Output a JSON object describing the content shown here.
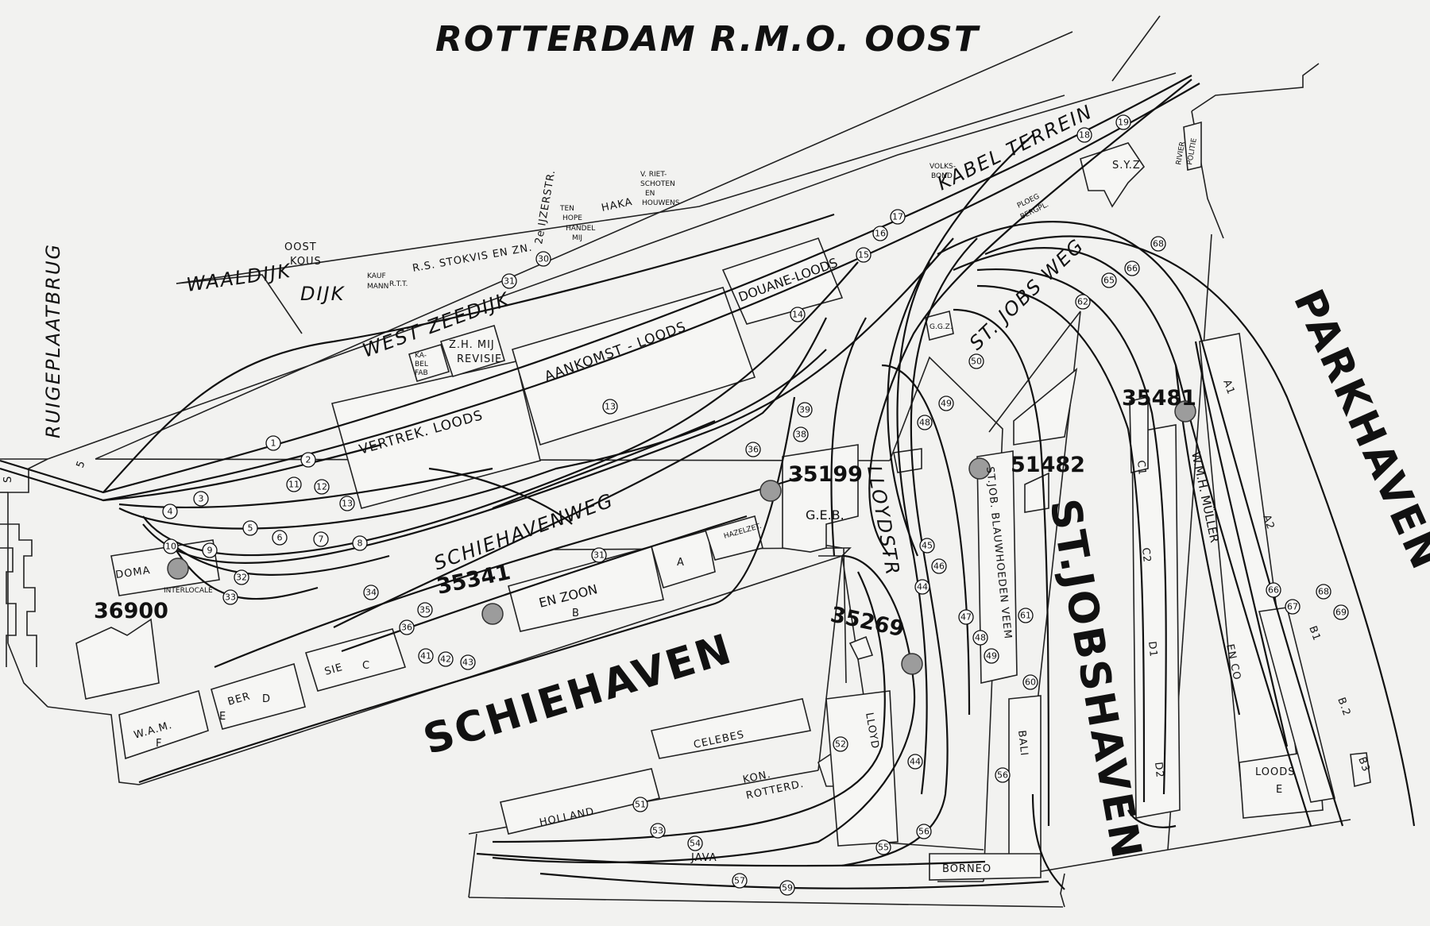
{
  "title": "ROTTERDAM R.M.O. OOST",
  "basins": {
    "schiehaven": "SCHIEHAVEN",
    "st_jobshaven": "ST.JOBSHAVEN",
    "parkhaven": "PARKHAVEN"
  },
  "streets": {
    "ruigeplaatbrug": "RUIGEPLAATBRUG",
    "west_zeedijk": "WEST ZEEDIJK",
    "schiehavenweg": "SCHIEHAVENWEG",
    "lloydstr": "LLOYDSTR",
    "st_jobs_weg": "ST. JOBS WEG",
    "waaldijk": "WAALDIJK",
    "dijk": "DIJK",
    "kabel_terrein": "KABEL TERREIN"
  },
  "buildings": {
    "vertrek_loods": "VERTREK. LOODS",
    "aankomst_loods": "AANKOMST - LOODS",
    "douane_loods": "DOUANE-LOODS",
    "oost_kous": [
      "OOST",
      "KOUS"
    ],
    "kaufmann": [
      "KAUF",
      "MANN"
    ],
    "rtt": "R.T.T.",
    "stokvis": "R.S. STOKVIS EN ZN.",
    "ijzerstr": "2e IJZERSTR.",
    "ten_hope": [
      "TEN",
      "HOPE",
      "HANDEL",
      "MIJ"
    ],
    "haka": "HAKA",
    "vriet": [
      "V. RIET-",
      "SCHOTEN",
      "EN",
      "HOUWENS"
    ],
    "volksbond": [
      "VOLKS-",
      "BOND"
    ],
    "syz": "S.Y.Z",
    "rivier_politie": [
      "RIVIER",
      "POLITIE"
    ],
    "ploeg_bergpl": [
      "PLOEG",
      "BERGPL."
    ],
    "kabelfab": [
      "KA-",
      "BEL",
      "FAB"
    ],
    "zhmij": [
      "Z.H. MIJ",
      "REVISIE"
    ],
    "ggz": "G.G.Z.",
    "geb": "G.E.B.",
    "blaauwhoedenveem": "ST.JOB. BLAUWHOEDEN VEEM",
    "muller": "W.M.H. MÜLLER",
    "en_co": "EN CO",
    "loods_e": [
      "LOODS",
      "E"
    ],
    "doma": "DOMA",
    "interlocale": "INTERLOCALE",
    "hazelzet": "HAZELZET.",
    "en_zoon": "EN ZOON",
    "wam": "W.A.M.",
    "ber": "BER",
    "sie": "SIE",
    "lloyd": "LLOYD",
    "bali": "BALI",
    "celebes": "CELEBES",
    "holland": "HOLLAND",
    "kon_rotterd": [
      "KON.",
      "ROTTERD."
    ],
    "java": "JAVA",
    "borneo": "BORNEO"
  },
  "kade_numbers": {
    "k36900": "36900",
    "k35341": "35341",
    "k35199": "35199",
    "k35269": "35269",
    "k51482": "51482",
    "k35481": "35481"
  },
  "section_letters": {
    "a": "A",
    "b": "B",
    "c": "C",
    "d": "D",
    "e": "E",
    "f": "F",
    "a1": "A1",
    "a2": "A2",
    "b1": "B1",
    "b2": "B.2",
    "b3": "B3",
    "c1": "C1",
    "c2": "C2",
    "d1": "D1",
    "d2": "D2",
    "s": "S",
    "s5": "5"
  },
  "track_numbers": [
    "1",
    "2",
    "3",
    "4",
    "5",
    "6",
    "7",
    "8",
    "9",
    "10",
    "11",
    "12",
    "13",
    "13",
    "14",
    "15",
    "16",
    "17",
    "18",
    "19",
    "30",
    "31",
    "31",
    "32",
    "33",
    "34",
    "35",
    "36",
    "36",
    "38",
    "39",
    "41",
    "42",
    "43",
    "44",
    "44",
    "45",
    "46",
    "47",
    "48",
    "48",
    "49",
    "49",
    "50",
    "51",
    "52",
    "53",
    "54",
    "55",
    "56",
    "56",
    "57",
    "59",
    "60",
    "61",
    "62",
    "65",
    "66",
    "66",
    "67",
    "68",
    "68",
    "69"
  ]
}
